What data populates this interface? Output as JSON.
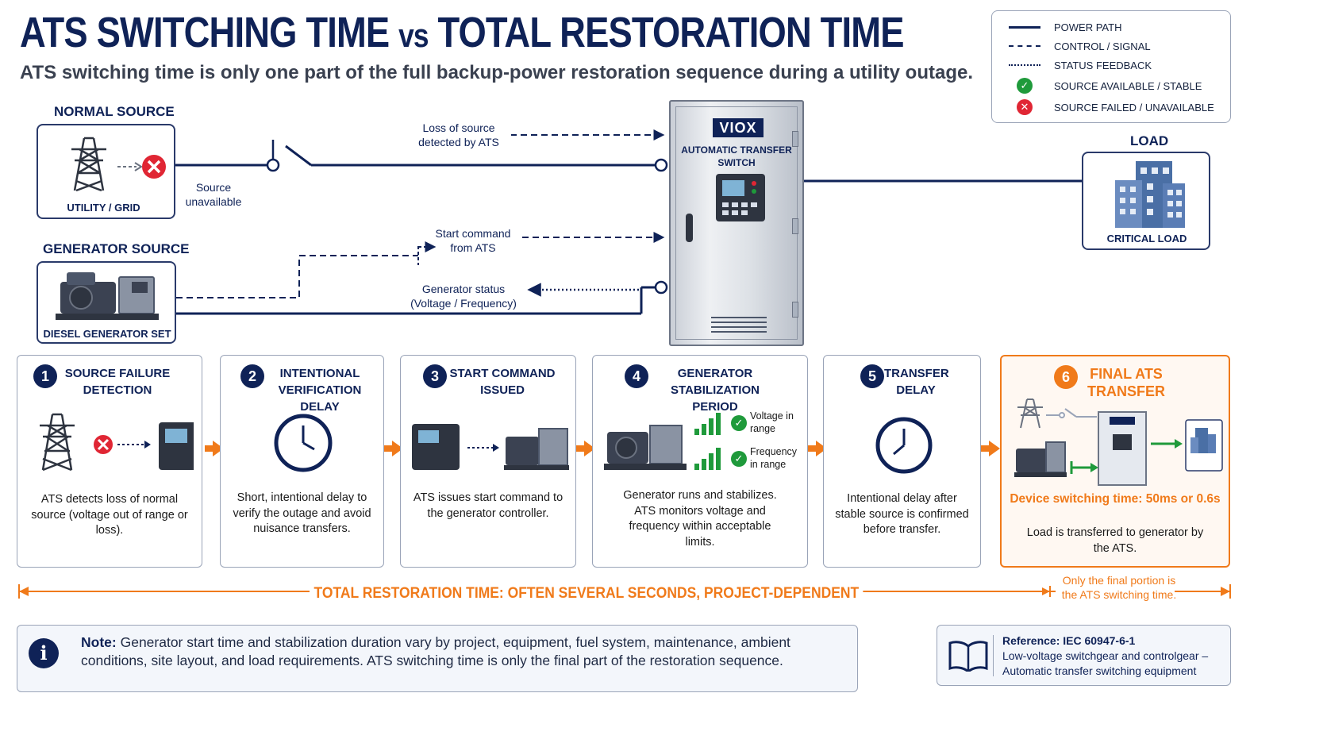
{
  "title": {
    "part1": "ATS SWITCHING TIME",
    "vs": "vs",
    "part2": "TOTAL RESTORATION TIME"
  },
  "subtitle": "ATS switching time is only one part of the full backup-power restoration sequence during a utility outage.",
  "legend": {
    "items": [
      {
        "symbol": "solid-line",
        "label": "POWER PATH"
      },
      {
        "symbol": "dashed-line",
        "label": "CONTROL / SIGNAL"
      },
      {
        "symbol": "dotted-line",
        "label": "STATUS FEEDBACK"
      },
      {
        "symbol": "check-icon",
        "label": "SOURCE AVAILABLE / STABLE"
      },
      {
        "symbol": "x-icon",
        "label": "SOURCE FAILED / UNAVAILABLE"
      }
    ]
  },
  "normal_source": {
    "heading": "NORMAL SOURCE",
    "caption": "UTILITY / GRID",
    "status": "Source unavailable"
  },
  "generator_source": {
    "heading": "GENERATOR SOURCE",
    "caption": "DIESEL GENERATOR SET"
  },
  "signals": {
    "loss_detected": "Loss of source detected by ATS",
    "start_command": "Start command from ATS",
    "gen_status": "Generator status (Voltage / Frequency)"
  },
  "ats": {
    "brand": "VIOX",
    "name": "AUTOMATIC TRANSFER SWITCH"
  },
  "load": {
    "heading": "LOAD",
    "caption": "CRITICAL LOAD"
  },
  "steps": [
    {
      "num": "1",
      "title": "SOURCE FAILURE DETECTION",
      "desc": "ATS detects loss of normal source (voltage out of range or loss)."
    },
    {
      "num": "2",
      "title": "INTENTIONAL VERIFICATION DELAY",
      "desc": "Short, intentional delay to verify the outage and avoid nuisance transfers."
    },
    {
      "num": "3",
      "title": "START COMMAND ISSUED",
      "desc": "ATS issues start command to the generator controller."
    },
    {
      "num": "4",
      "title": "GENERATOR STABILIZATION PERIOD",
      "desc": "Generator runs and stabilizes. ATS monitors voltage and frequency within acceptable limits.",
      "checks": [
        "Voltage in range",
        "Frequency in range"
      ]
    },
    {
      "num": "5",
      "title": "TRANSFER DELAY",
      "desc": "Intentional delay after stable source is confirmed before transfer."
    },
    {
      "num": "6",
      "title": "FINAL ATS TRANSFER",
      "highlight": "Device switching time: 50ms or 0.6s",
      "desc": "Load is transferred to generator by the ATS."
    }
  ],
  "timeline": {
    "label": "TOTAL RESTORATION TIME: OFTEN SEVERAL SECONDS, PROJECT-DEPENDENT",
    "final_note": "Only the final portion is the ATS switching time."
  },
  "note": {
    "label": "Note:",
    "text": "Generator start time and stabilization duration vary by project, equipment, fuel system, maintenance, ambient conditions, site layout, and load requirements. ATS switching time is only the final part of the restoration sequence."
  },
  "reference": {
    "label": "Reference: IEC 60947-6-1",
    "text": "Low-voltage switchgear and controlgear – Automatic transfer switching equipment"
  },
  "colors": {
    "navy": "#0f2257",
    "orange": "#f07a1a",
    "green": "#1f9a3b",
    "red": "#e02634"
  }
}
